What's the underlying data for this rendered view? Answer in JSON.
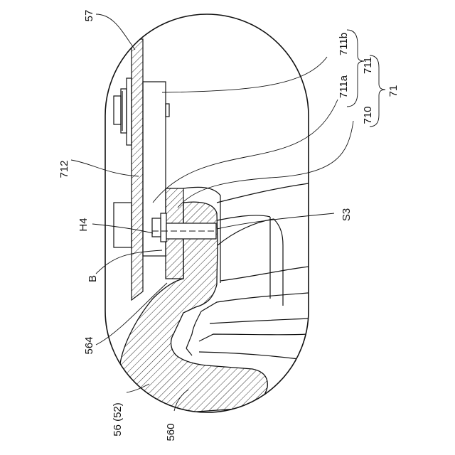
{
  "diagram": {
    "labels": {
      "l57": "57",
      "l711b": "711b",
      "l711a": "711a",
      "l711": "711",
      "l710": "710",
      "l71": "71",
      "l712": "712",
      "lH4": "H4",
      "lS3": "S3",
      "lB": "B",
      "l564": "564",
      "l5652": "56 (52)",
      "l560": "560"
    }
  }
}
